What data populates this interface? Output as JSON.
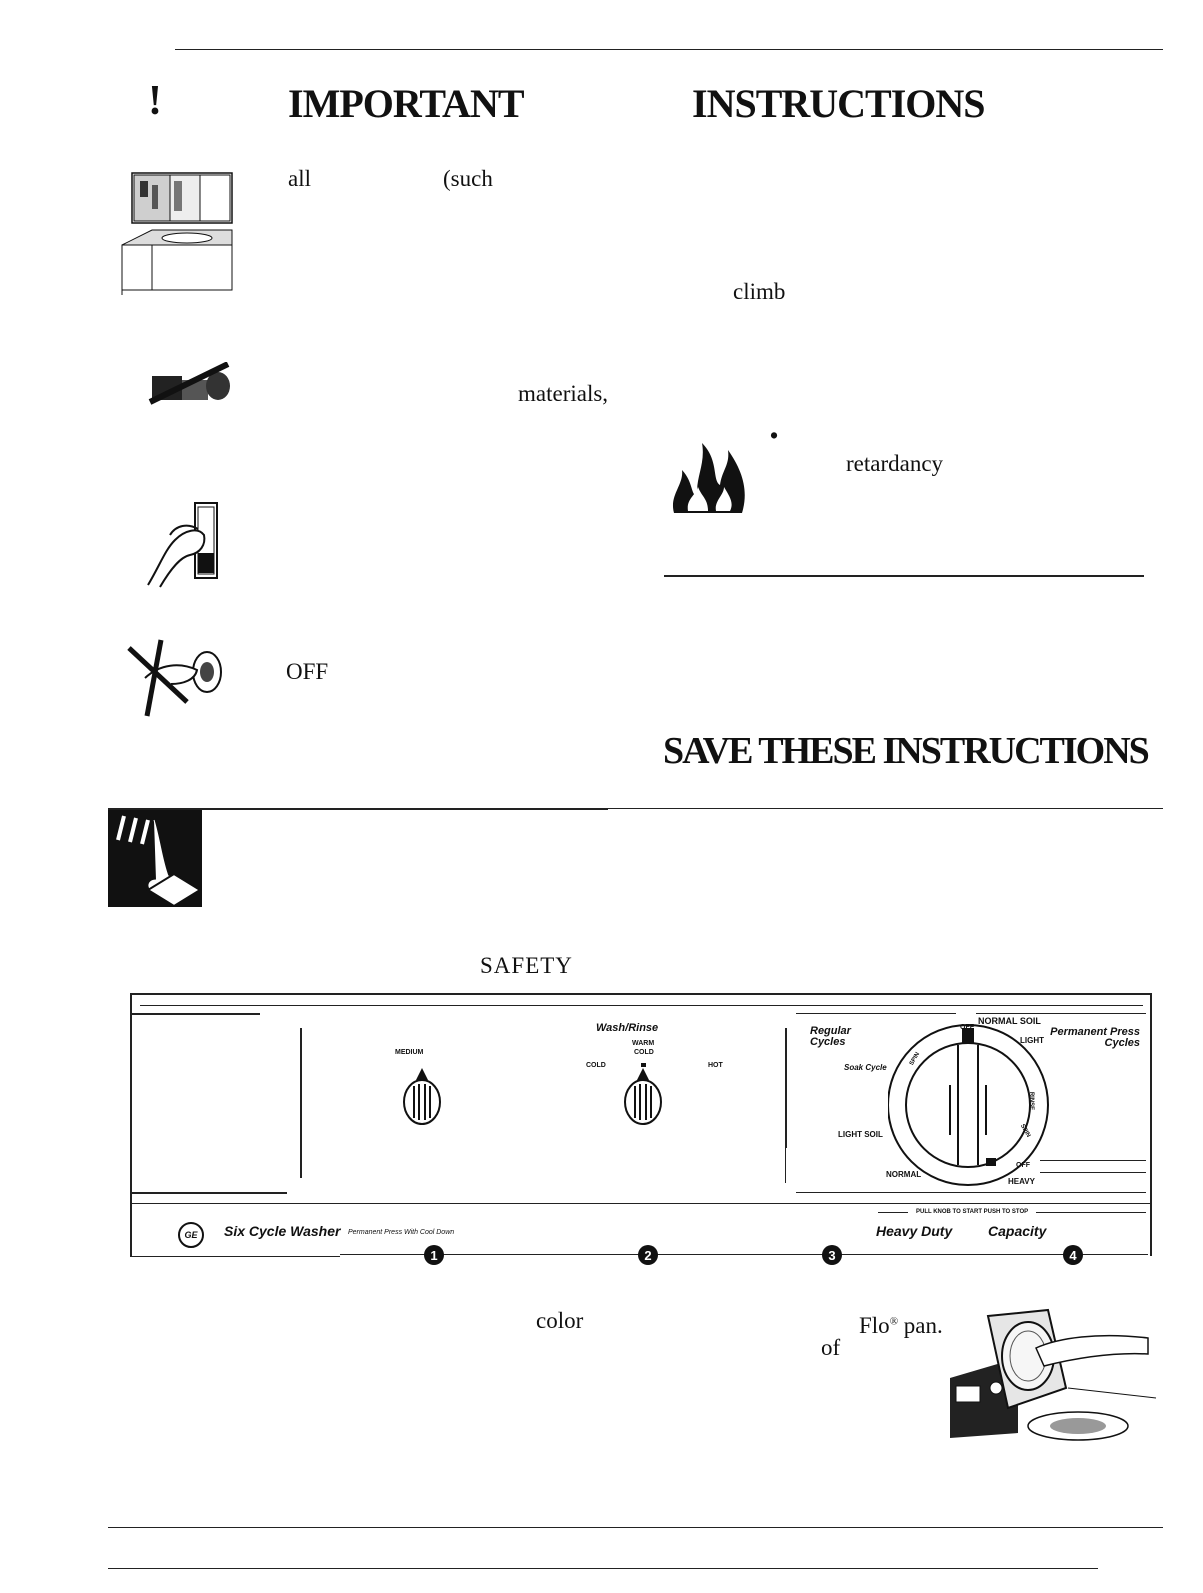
{
  "header": {
    "exclamation": "!",
    "title_word_1": "IMPORTANT",
    "title_word_2": "INSTRUCTIONS"
  },
  "safety_items": {
    "cabinet_fragment_1": "all",
    "cabinet_fragment_2": "(such",
    "climb_fragment": "climb",
    "materials_fragment": "materials,",
    "fire_bullet": "•",
    "fire_fragment": "retardancy",
    "off_fragment": "OFF"
  },
  "save_heading": "SAVE THESE INSTRUCTIONS",
  "safety_fragment": "SAFETY",
  "control_panel": {
    "knob_medium_label": "MEDIUM",
    "wash_rinse_title": "Wash/Rinse",
    "temp_warm": "WARM",
    "temp_cold_upper": "COLD",
    "temp_cold": "COLD",
    "temp_hot": "HOT",
    "regular_cycles": "Regular Cycles",
    "permanent_press_cycles": "Permanent Press Cycles",
    "normal_soil_top": "NORMAL SOIL",
    "light": "LIGHT",
    "off_top": "OFF",
    "soak_cycle": "Soak Cycle",
    "spin_left": "SPIN",
    "rinse": "RINSE",
    "spin_right": "SPIN",
    "light_soil": "LIGHT SOIL",
    "normal": "NORMAL",
    "off_bottom": "OFF",
    "heavy": "HEAVY",
    "pull_push": "PULL KNOB TO START PUSH TO STOP",
    "brand_logo": "GE",
    "model_name": "Six Cycle Washer",
    "model_sub": "Permanent Press With Cool Down",
    "heavy_duty": "Heavy Duty",
    "capacity": "Capacity",
    "markers": [
      "1",
      "2",
      "3",
      "4"
    ]
  },
  "bottom": {
    "color_fragment": "color",
    "flo_fragment": "Flo",
    "registered": "®",
    "pan_fragment": "pan.",
    "of_fragment": "of"
  }
}
